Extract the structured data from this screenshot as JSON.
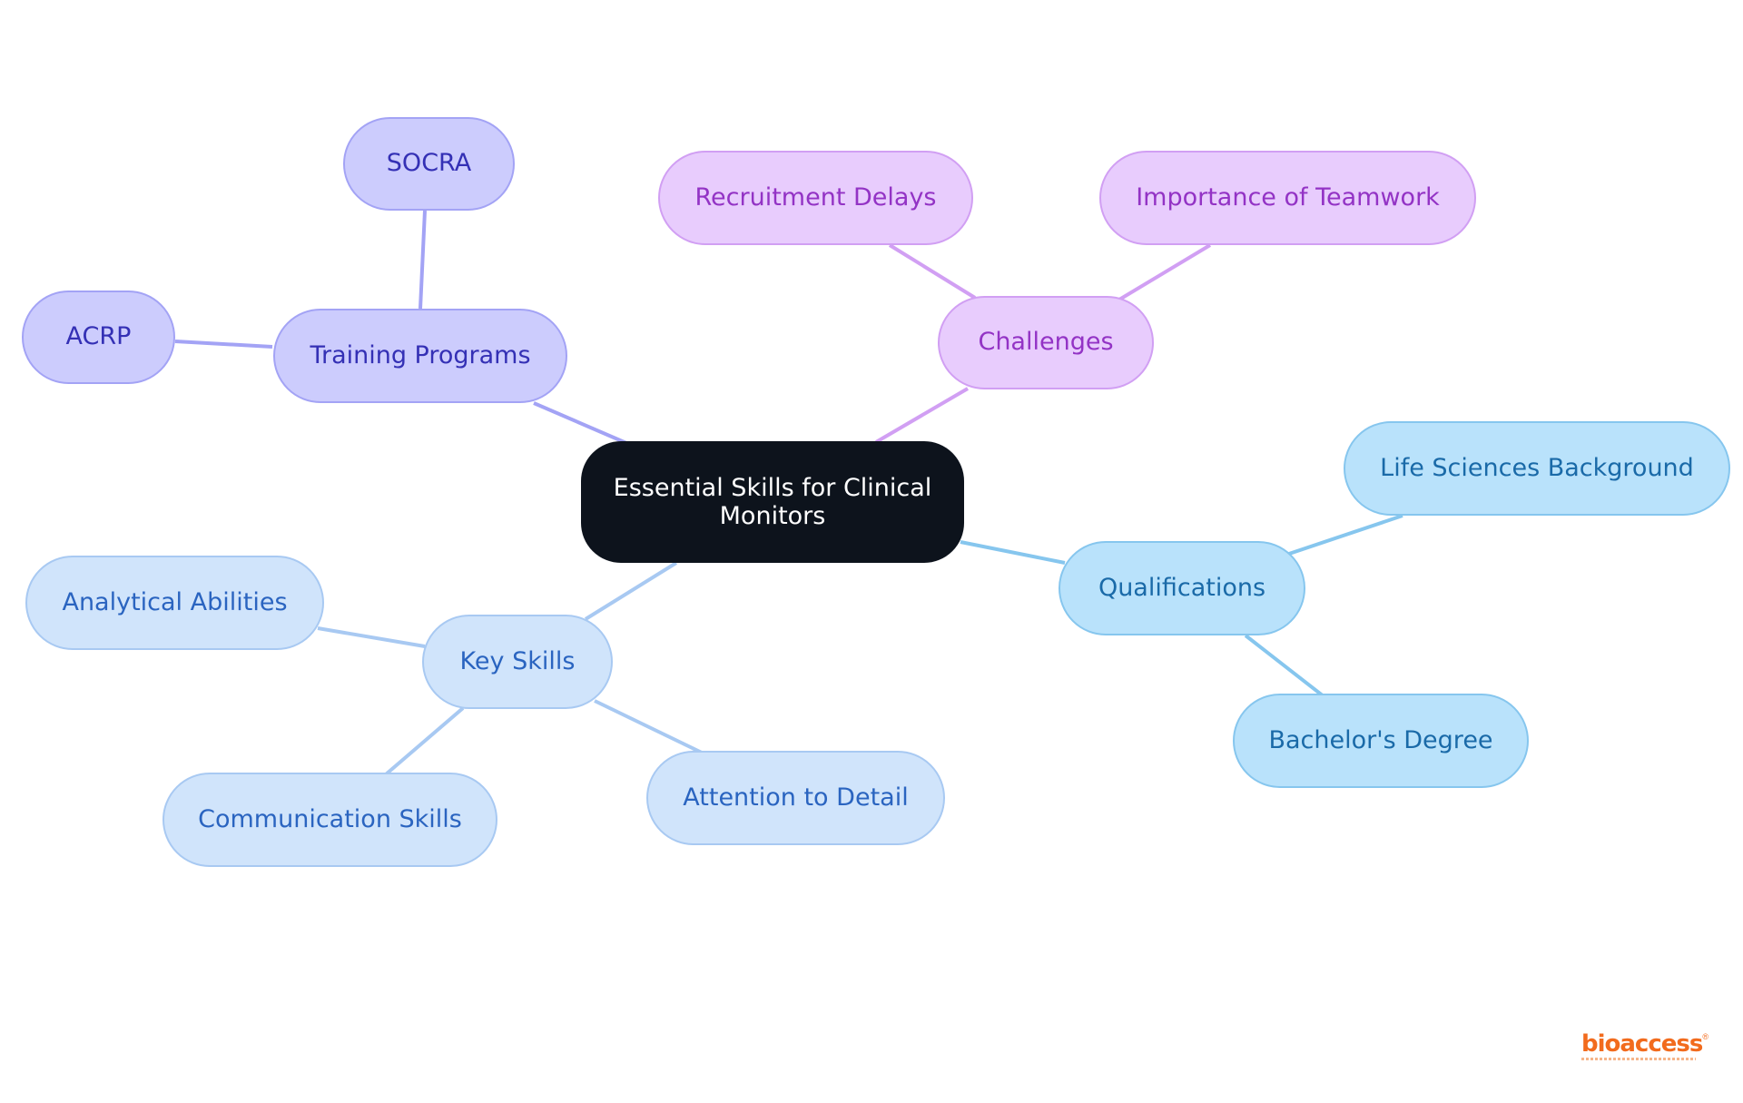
{
  "diagram": {
    "root": {
      "label": "Essential Skills for Clinical Monitors"
    },
    "branches": {
      "training": {
        "label": "Training Programs",
        "color": "#a3a3f5",
        "children": [
          "SOCRA",
          "ACRP"
        ]
      },
      "challenges": {
        "label": "Challenges",
        "color": "#d19ff3",
        "children": [
          "Recruitment Delays",
          "Importance of Teamwork"
        ]
      },
      "qualifications": {
        "label": "Qualifications",
        "color": "#86c6ee",
        "children": [
          "Life Sciences Background",
          "Bachelor's Degree"
        ]
      },
      "key_skills": {
        "label": "Key Skills",
        "color": "#a8c9f2",
        "children": [
          "Analytical Abilities",
          "Communication Skills",
          "Attention to Detail"
        ]
      }
    }
  },
  "logo": {
    "text": "bioaccess",
    "mark": "®"
  }
}
